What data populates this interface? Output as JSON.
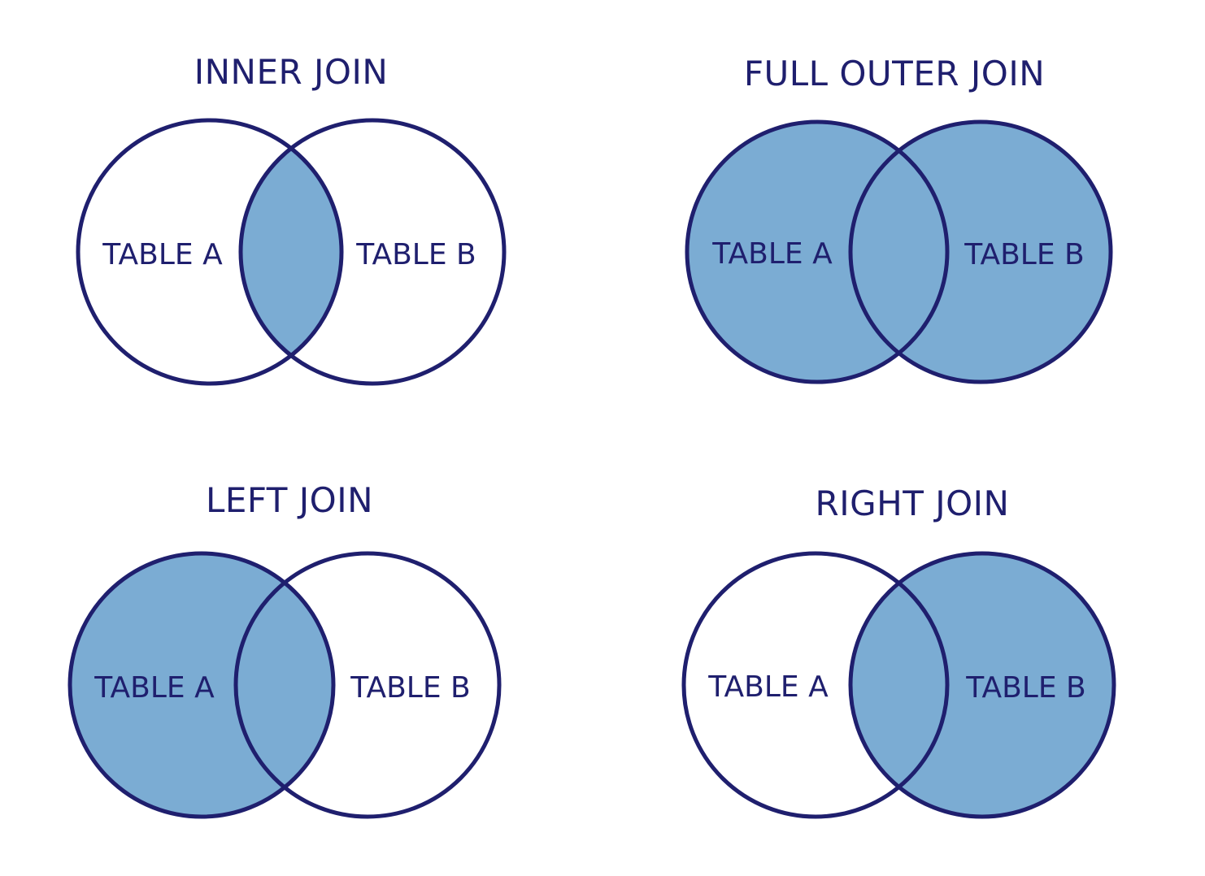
{
  "colors": {
    "outline": "#1f1f6e",
    "fill": "#7bacd3",
    "text": "#1f1f6e",
    "background": "#ffffff"
  },
  "diagrams": [
    {
      "title": "INNER JOIN",
      "label_a": "TABLE A",
      "label_b": "TABLE B",
      "shaded_region": "intersection"
    },
    {
      "title": "FULL OUTER JOIN",
      "label_a": "TABLE A",
      "label_b": "TABLE B",
      "shaded_region": "union"
    },
    {
      "title": "LEFT JOIN",
      "label_a": "TABLE A",
      "label_b": "TABLE B",
      "shaded_region": "left"
    },
    {
      "title": "RIGHT JOIN",
      "label_a": "TABLE A",
      "label_b": "TABLE B",
      "shaded_region": "right"
    }
  ]
}
